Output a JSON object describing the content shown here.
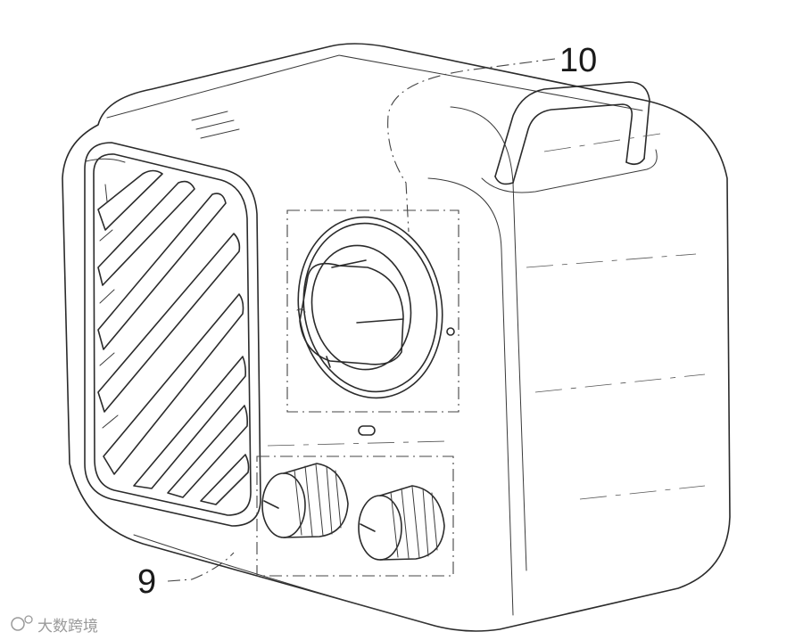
{
  "callouts": [
    {
      "id": "ref-10",
      "label": "10"
    },
    {
      "id": "ref-9",
      "label": "9"
    }
  ],
  "watermark": {
    "text": "大数跨境"
  },
  "colors": {
    "line": "#2b2b2b",
    "background": "#ffffff",
    "watermark": "#9a9a9a"
  }
}
